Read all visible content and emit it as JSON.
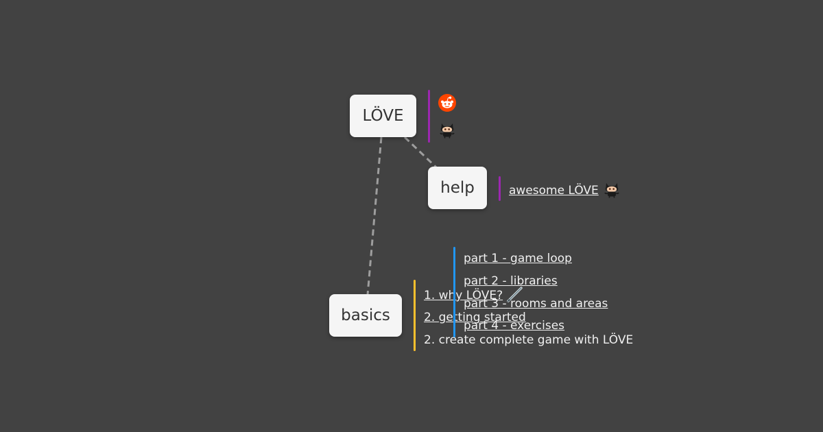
{
  "colors": {
    "background": "#424242",
    "node": "#f5f5f5",
    "purple": "#9c27b0",
    "blue": "#2196f3",
    "yellow": "#fbc02d",
    "edge": "#9e9e9e",
    "text_light": "#f0f0f0"
  },
  "nodes": {
    "love": "LÖVE",
    "help": "help",
    "basics": "basics"
  },
  "love_links": {
    "icons": [
      "reddit-icon",
      "github-icon"
    ]
  },
  "help_links": {
    "awesome": "awesome LÖVE",
    "awesome_icon": "github-icon"
  },
  "basics_items": [
    "1. why LÖVE?",
    "2. getting started",
    "2. create complete game with LÖVE"
  ],
  "tutorial_parts": [
    "part 1 - game loop",
    "part 2 - libraries",
    "part 3 - rooms and areas",
    "part 4 - exercises"
  ]
}
